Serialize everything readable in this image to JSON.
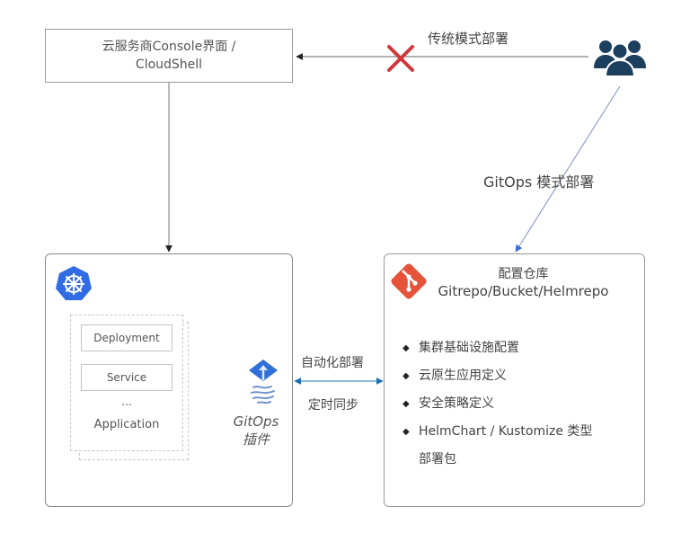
{
  "console_box": {
    "line1": "云服务商Console界面 /",
    "line2": "CloudShell"
  },
  "traditional_label": "传统模式部署",
  "gitops_mode_label": "GitOps 模式部署",
  "cluster": {
    "icon": "kubernetes-icon",
    "resources": [
      "Deployment",
      "Service",
      "...",
      "Application"
    ]
  },
  "plugin": {
    "icon": "gitops-plugin-icon",
    "line1": "GitOps",
    "line2": "插件"
  },
  "sync": {
    "top_label": "自动化部署",
    "bottom_label": "定时同步"
  },
  "repo": {
    "icon": "git-icon",
    "title_line1": "配置仓库",
    "title_line2": "Gitrepo/Bucket/Helmrepo",
    "bullets": [
      "集群基础设施配置",
      "云原生应用定义",
      "安全策略定义",
      "HelmChart / Kustomize 类型",
      "部署包"
    ]
  },
  "users": {
    "icon": "users-icon"
  },
  "colors": {
    "k8s_blue": "#326ce5",
    "git_red": "#e4533a",
    "cross_red": "#d0383a",
    "users_navy": "#1d3f5e",
    "arrow_blue": "#1f6fb5",
    "plugin_blue": "#2f6fd8"
  }
}
